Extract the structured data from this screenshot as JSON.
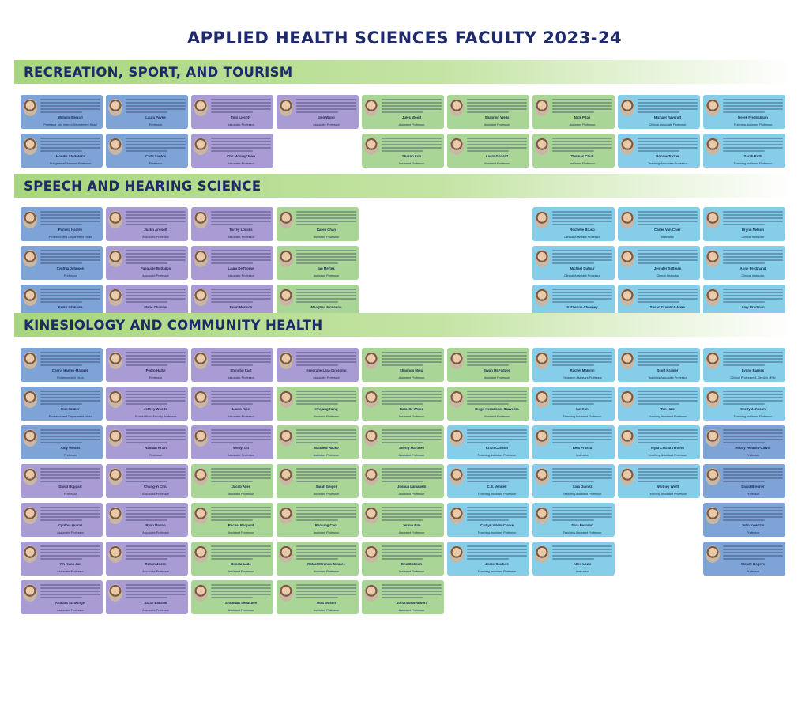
{
  "title": "APPLIED HEALTH SCIENCES FACULTY 2023-24",
  "sections": [
    {
      "heading": "RECREATION, SPORT, AND TOURISM",
      "faculty": [
        {
          "name": "William Stewart",
          "role": "Professor and Interim Department Head",
          "color": "blue"
        },
        {
          "name": "Laura Payne",
          "role": "Professor",
          "color": "blue"
        },
        {
          "name": "Toni Liechty",
          "role": "Associate Professor",
          "color": "purple"
        },
        {
          "name": "Jing Wang",
          "role": "Associate Professor",
          "color": "purple"
        },
        {
          "name": "Jules Woolf",
          "role": "Assistant Professor",
          "color": "green"
        },
        {
          "name": "Shannon Wells",
          "role": "Assistant Professor",
          "color": "green"
        },
        {
          "name": "Nick Pitas",
          "role": "Assistant Professor",
          "color": "green"
        },
        {
          "name": "Michael Raycraft",
          "role": "Clinical Associate Professor",
          "color": "sky"
        },
        {
          "name": "Derek Fredrickson",
          "role": "Teaching Assistant Professor",
          "color": "sky"
        },
        {
          "name": "Monika Stodolska",
          "role": "Bridgwater/Simmons Professor",
          "color": "blue"
        },
        {
          "name": "Carla Santos",
          "role": "Professor",
          "color": "blue"
        },
        {
          "name": "Cho Mooley/Joon",
          "role": "Associate Professor",
          "color": "purple"
        },
        {
          "name": "",
          "role": "",
          "color": "empty"
        },
        {
          "name": "Sharon Kim",
          "role": "Assistant Professor",
          "color": "green"
        },
        {
          "name": "Laslo Godard",
          "role": "Assistant Professor",
          "color": "green"
        },
        {
          "name": "Thomas Chuh",
          "role": "Assistant Professor",
          "color": "green"
        },
        {
          "name": "Bonnie Tucker",
          "role": "Teaching Associate Professor",
          "color": "sky"
        },
        {
          "name": "Sarah Ruth",
          "role": "Teaching Assistant Professor",
          "color": "sky"
        }
      ]
    },
    {
      "heading": "SPEECH AND HEARING SCIENCE",
      "faculty": [
        {
          "name": "Pamela Hadley",
          "role": "Professor and Department Head",
          "color": "blue"
        },
        {
          "name": "Justin Aronoff",
          "role": "Associate Professor",
          "color": "purple"
        },
        {
          "name": "Torrey Loucks",
          "role": "Associate Professor",
          "color": "purple"
        },
        {
          "name": "Karen Chan",
          "role": "Assistant Professor",
          "color": "green"
        },
        {
          "name": "",
          "role": "",
          "color": "empty"
        },
        {
          "name": "",
          "role": "",
          "color": "empty"
        },
        {
          "name": "Rochelle Bruso",
          "role": "Clinical Assistant Professor",
          "color": "sky"
        },
        {
          "name": "Carter Van Chier",
          "role": "Instructor",
          "color": "sky"
        },
        {
          "name": "Brynn Nelson",
          "role": "Clinical Instructor",
          "color": "sky"
        },
        {
          "name": "Cynthia Johnson",
          "role": "Professor",
          "color": "blue"
        },
        {
          "name": "Pasquale Bottalico",
          "role": "Associate Professor",
          "color": "purple"
        },
        {
          "name": "Laura DeThorne",
          "role": "Associate Professor",
          "color": "purple"
        },
        {
          "name": "Ian Mertes",
          "role": "Assistant Professor",
          "color": "green"
        },
        {
          "name": "",
          "role": "",
          "color": "empty"
        },
        {
          "name": "",
          "role": "",
          "color": "empty"
        },
        {
          "name": "Michael Dufour",
          "role": "Clinical Assistant Professor",
          "color": "sky"
        },
        {
          "name": "Jennifer Seltman",
          "role": "Clinical Instructor",
          "color": "sky"
        },
        {
          "name": "Anne Ferdinand",
          "role": "Clinical Instructor",
          "color": "sky"
        },
        {
          "name": "Keiko Ishikawa",
          "role": "Professor",
          "color": "blue"
        },
        {
          "name": "Marie Channel",
          "role": "Associate Professor",
          "color": "purple"
        },
        {
          "name": "Brian Monson",
          "role": "Associate Professor",
          "color": "purple"
        },
        {
          "name": "Meaghan McKenna",
          "role": "Assistant Professor",
          "color": "green"
        },
        {
          "name": "",
          "role": "",
          "color": "empty"
        },
        {
          "name": "",
          "role": "",
          "color": "empty"
        },
        {
          "name": "Katherine Chesney",
          "role": "Clinical Assistant Professor",
          "color": "sky"
        },
        {
          "name": "Susan Gramlich-Naku",
          "role": "Instructor",
          "color": "sky"
        },
        {
          "name": "Amy Brodman",
          "role": "Clinical Assistant Professor",
          "color": "sky"
        }
      ]
    },
    {
      "heading": "KINESIOLOGY AND COMMUNITY HEALTH",
      "faculty": [
        {
          "name": "Cheryl Hanley-Maxwell",
          "role": "Professor and Dean",
          "color": "blue"
        },
        {
          "name": "Pedro Hallal",
          "role": "Professor",
          "color": "purple"
        },
        {
          "name": "Shinobu Kurt",
          "role": "Associate Professor",
          "color": "purple"
        },
        {
          "name": "Kendrahe Lara-Cinisomo",
          "role": "Associate Professor",
          "color": "purple"
        },
        {
          "name": "Shannon Mejia",
          "role": "Assistant Professor",
          "color": "green"
        },
        {
          "name": "Bryan McFadden",
          "role": "Assistant Professor",
          "color": "green"
        },
        {
          "name": "Rachel Makelin",
          "role": "Research Assistant Professor",
          "color": "sky"
        },
        {
          "name": "Scott Kramer",
          "role": "Teaching Associate Professor",
          "color": "sky"
        },
        {
          "name": "Lynne Barnes",
          "role": "Clinical Professor & Director MSN",
          "color": "sky"
        },
        {
          "name": "Kim Graber",
          "role": "Professor and Department Head",
          "color": "blue"
        },
        {
          "name": "Jeffrey Woods",
          "role": "Shahid Khan Faculty Professor",
          "color": "purple"
        },
        {
          "name": "Laura Rice",
          "role": "Associate Professor",
          "color": "purple"
        },
        {
          "name": "Hyojung Kang",
          "role": "Assistant Professor",
          "color": "green"
        },
        {
          "name": "Danielle Wiske",
          "role": "Assistant Professor",
          "color": "green"
        },
        {
          "name": "Diego Hernandez Saavedra",
          "role": "Assistant Professor",
          "color": "green"
        },
        {
          "name": "Ian Kim",
          "role": "Teaching Assistant Professor",
          "color": "sky"
        },
        {
          "name": "Tim Hale",
          "role": "Teaching Assistant Professor",
          "color": "sky"
        },
        {
          "name": "Shelly Johnson",
          "role": "Teaching Assistant Professor",
          "color": "sky"
        },
        {
          "name": "Amy Woods",
          "role": "Professor",
          "color": "blue"
        },
        {
          "name": "Naiman Khan",
          "role": "Professor",
          "color": "purple"
        },
        {
          "name": "Wenyi Gu",
          "role": "Associate Professor",
          "color": "purple"
        },
        {
          "name": "Matthew Hacko",
          "role": "Assistant Professor",
          "color": "green"
        },
        {
          "name": "Sherry Martinez",
          "role": "Assistant Professor",
          "color": "green"
        },
        {
          "name": "Kristi Carlson",
          "role": "Teaching Assistant Professor",
          "color": "sky"
        },
        {
          "name": "Beth Frasca",
          "role": "Instructor",
          "color": "sky"
        },
        {
          "name": "Myra Cecilia Tenorio",
          "role": "Teaching Assistant Professor",
          "color": "sky"
        },
        {
          "name": "Hillary Henrold-Calvin",
          "role": "Professor",
          "color": "blue"
        },
        {
          "name": "David Boppart",
          "role": "Professor",
          "color": "purple"
        },
        {
          "name": "Chung-Yi Chiu",
          "role": "Associate Professor",
          "color": "purple"
        },
        {
          "name": "Jacob Aller",
          "role": "Assistant Professor",
          "color": "green"
        },
        {
          "name": "Sarah Geiger",
          "role": "Assistant Professor",
          "color": "green"
        },
        {
          "name": "Joshua Lamanelli",
          "role": "Assistant Professor",
          "color": "green"
        },
        {
          "name": "C.B. Vennell",
          "role": "Teaching Assistant Professor",
          "color": "sky"
        },
        {
          "name": "Sara Gomez",
          "role": "Teaching Assistant Professor",
          "color": "sky"
        },
        {
          "name": "Whitney Wolff",
          "role": "Teaching Assistant Professor",
          "color": "sky"
        },
        {
          "name": "David Breuner",
          "role": "Professor",
          "color": "blue"
        },
        {
          "name": "Cynthia Quiroz",
          "role": "Associate Professor",
          "color": "purple"
        },
        {
          "name": "Ryan Mallon",
          "role": "Associate Professor",
          "color": "purple"
        },
        {
          "name": "Rachel Reupold",
          "role": "Assistant Professor",
          "color": "green"
        },
        {
          "name": "Ranjung Choi",
          "role": "Assistant Professor",
          "color": "green"
        },
        {
          "name": "Jennie Rilo",
          "role": "Assistant Professor",
          "color": "green"
        },
        {
          "name": "Caitlyn Vitolo-Clarke",
          "role": "Teaching Assistant Professor",
          "color": "sky"
        },
        {
          "name": "Sara Pearson",
          "role": "Teaching Assistant Professor",
          "color": "sky"
        },
        {
          "name": "",
          "role": "",
          "color": "empty"
        },
        {
          "name": "John Kowitzki",
          "role": "Professor",
          "color": "blue"
        },
        {
          "name": "Yih-Kuen Jan",
          "role": "Associate Professor",
          "color": "purple"
        },
        {
          "name": "Robyn Joslin",
          "role": "Associate Professor",
          "color": "purple"
        },
        {
          "name": "Dimela Lado",
          "role": "Assistant Professor",
          "color": "green"
        },
        {
          "name": "Rafael Miranda Tavares",
          "role": "Assistant Professor",
          "color": "green"
        },
        {
          "name": "Eric Dickson",
          "role": "Assistant Professor",
          "color": "green"
        },
        {
          "name": "Jesse Couture",
          "role": "Teaching Assistant Professor",
          "color": "sky"
        },
        {
          "name": "Allen Lowe",
          "role": "Instructor",
          "color": "sky"
        },
        {
          "name": "",
          "role": "",
          "color": "empty"
        },
        {
          "name": "Wendy Rogers",
          "role": "Professor",
          "color": "blue"
        },
        {
          "name": "Andiara Schwingel",
          "role": "Associate Professor",
          "color": "purple"
        },
        {
          "name": "Sarah Bilbrink",
          "role": "Associate Professor",
          "color": "purple"
        },
        {
          "name": "Sexuman Sebastien",
          "role": "Assistant Professor",
          "color": "green"
        },
        {
          "name": "Mira Wilson",
          "role": "Assistant Professor",
          "color": "green"
        },
        {
          "name": "Jonathan Beaufort",
          "role": "Assistant Professor",
          "color": "green"
        },
        {
          "name": "",
          "role": "",
          "color": "empty"
        },
        {
          "name": "",
          "role": "",
          "color": "empty"
        },
        {
          "name": "",
          "role": "",
          "color": "empty"
        }
      ]
    }
  ]
}
